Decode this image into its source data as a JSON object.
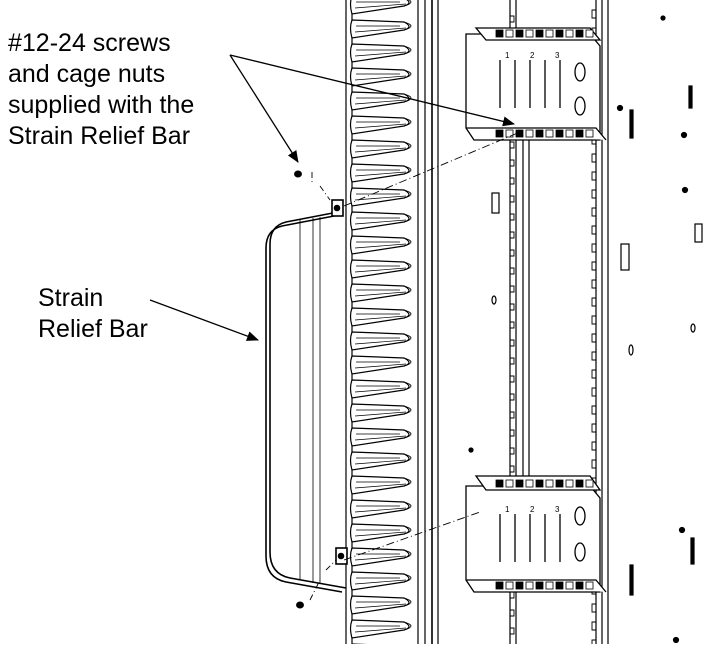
{
  "callouts": {
    "screws": {
      "line1": "#12-24 screws",
      "line2": "and cage nuts",
      "line3": "supplied with the",
      "line4": "Strain Relief Bar"
    },
    "bar": {
      "line1": "Strain",
      "line2": "Relief Bar"
    }
  },
  "colors": {
    "ink": "#000000",
    "paper": "#ffffff"
  },
  "rack": {
    "finger_count": 28,
    "bracket_marks": [
      "1",
      "2",
      "3"
    ]
  }
}
